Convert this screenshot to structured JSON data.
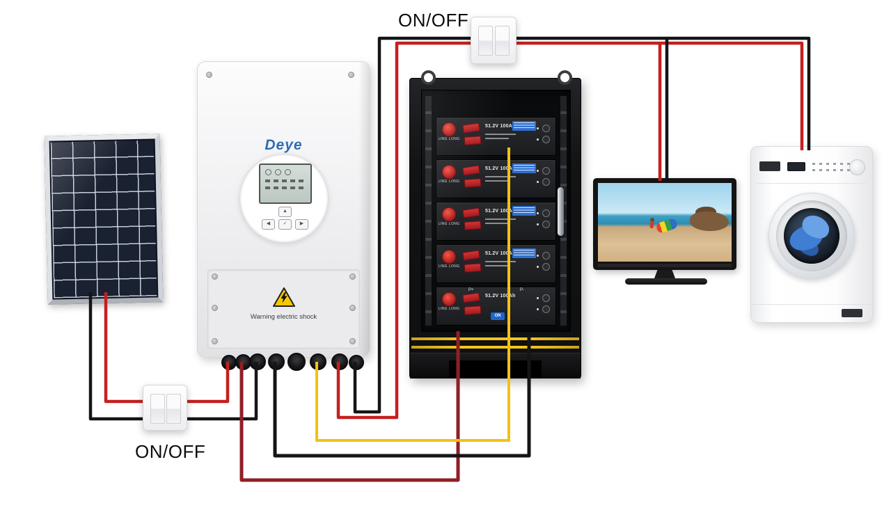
{
  "labels": {
    "top_switch": "ON/OFF",
    "bottom_switch": "ON/OFF"
  },
  "inverter": {
    "brand": "Deye",
    "warning": "Warning electric shock",
    "icons": {
      "up": "▲",
      "left": "◀",
      "ok": "✓",
      "right": "▶"
    }
  },
  "battery": {
    "brand": "LING LONG",
    "module_label": "51.2V 100Ah",
    "on_label": "ON",
    "p_plus": "P+",
    "p_minus": "P-"
  },
  "wires": {
    "red": "#c3201f",
    "dark_red": "#8e2026",
    "black": "#151515",
    "yellow": "#f2c115"
  }
}
